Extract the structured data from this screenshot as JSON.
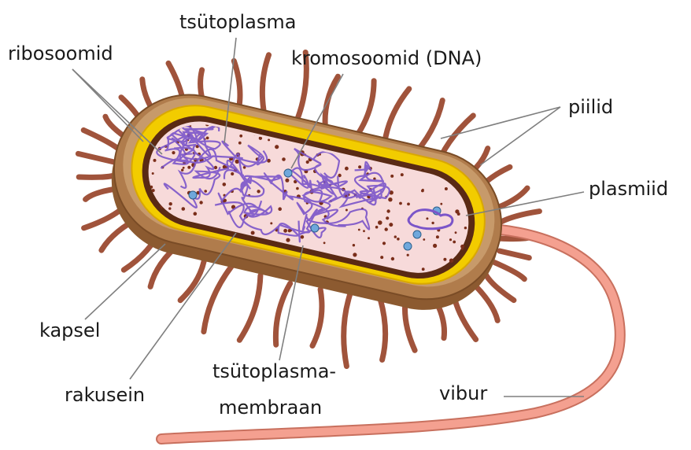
{
  "labels": {
    "cytoplasm": "tsütoplasma",
    "ribosomes": "ribosoomid",
    "chromosomes": "kromosoomid (DNA)",
    "pili": "piilid",
    "plasmid": "plasmiid",
    "capsule": "kapsel",
    "cell_wall": "rakusein",
    "membrane_line1": "tsütoplasma-",
    "membrane_line2": "membraan",
    "flagellum": "vibur"
  },
  "colors": {
    "capsule": "#a87848",
    "cell_wall": "#f2cc00",
    "membrane": "#5a2a14",
    "cytoplasm": "#f7dada",
    "dna": "#7b55c9",
    "pili": "#a0533b",
    "flagellum": "#f4a090",
    "leader_line": "#7f7f7f"
  }
}
